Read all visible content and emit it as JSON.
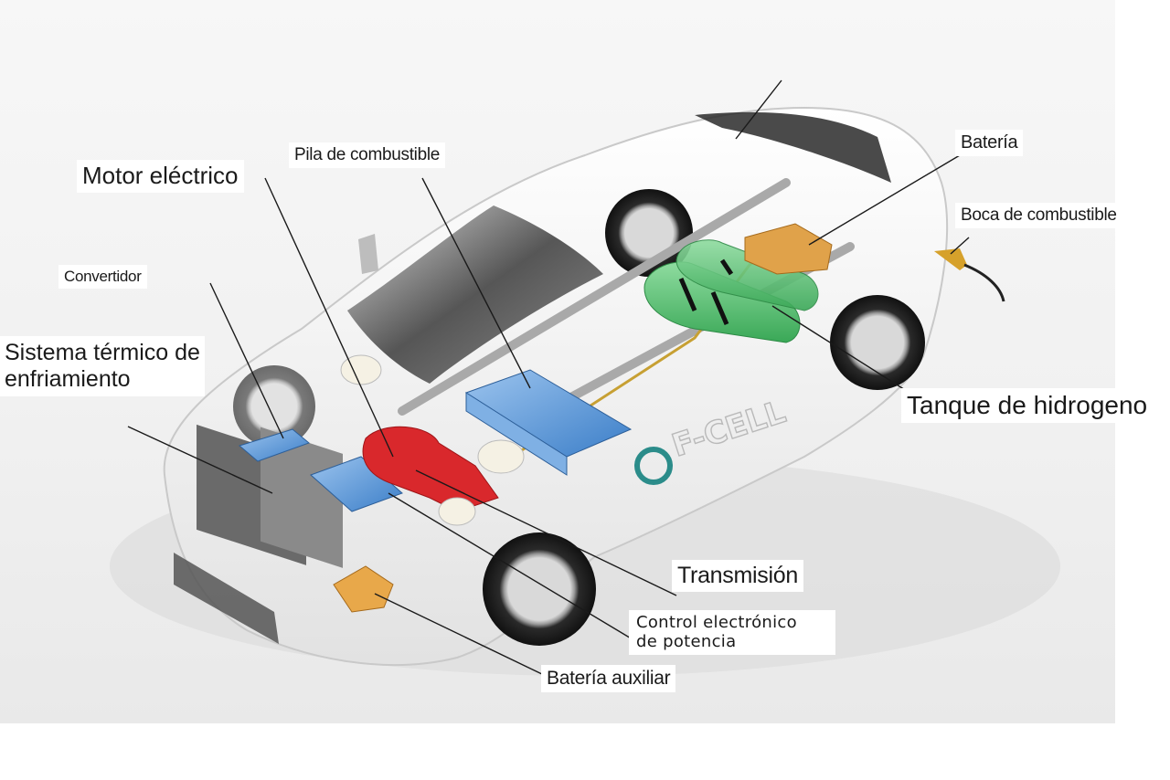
{
  "labels": {
    "motor_electrico": "Motor eléctrico",
    "pila_combustible": "Pila de combustible",
    "convertidor": "Convertidor",
    "sistema_termico_1": "Sistema térmico de",
    "sistema_termico_2": "enfriamiento",
    "bateria": "Batería",
    "boca_combustible": "Boca de combustible",
    "tanque_hidrogeno": "Tanque de hidrogeno",
    "transmision": "Transmisión",
    "control_electronico_1": "Control electrónico",
    "control_electronico_2": "de potencia",
    "bateria_auxiliar": "Batería auxiliar"
  },
  "car_logo_text": "F-CELL",
  "colors": {
    "car_body": "#f4f4f4",
    "fuel_cell_stack": "#4a8fd6",
    "electric_motor": "#d9282c",
    "hydrogen_tank": "#4fbf6a",
    "battery": "#e0a24a",
    "auxiliary_battery": "#e8a84a",
    "label_text": "#1a1a1a"
  }
}
